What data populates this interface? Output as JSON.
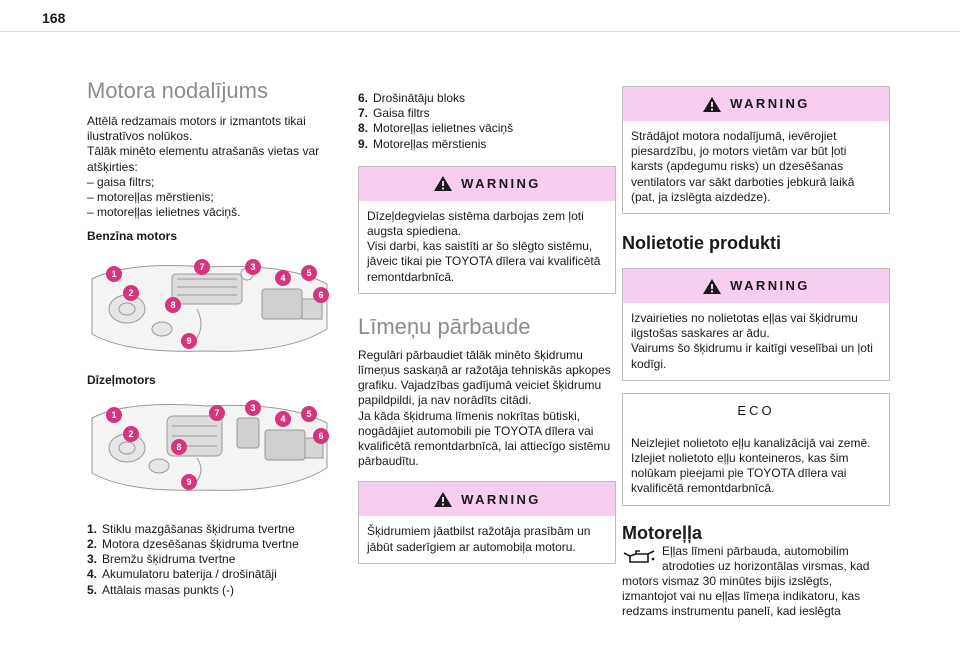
{
  "page_number": "168",
  "col1": {
    "title": "Motora nodalījums",
    "intro": "Attēlā redzamais motors ir izmantots tikai\nilustratīvos nolūkos.\nTālāk minēto elementu atrašanās vietas var\natšķirties:\n– gaisa filtrs;\n– motoreļļas mērstienis;\n– motoreļļas ielietnes vāciņš.",
    "petrol_label": "Benzīna motors",
    "diesel_label": "Dīzeļmotors",
    "callout_numbers": [
      "1",
      "2",
      "3",
      "4",
      "5",
      "6",
      "7",
      "8",
      "9"
    ],
    "parts": [
      {
        "num": "1.",
        "text": "Stiklu mazgāšanas šķidruma tvertne"
      },
      {
        "num": "2.",
        "text": "Motora dzesēšanas šķidruma tvertne"
      },
      {
        "num": "3.",
        "text": "Bremžu šķidruma tvertne"
      },
      {
        "num": "4.",
        "text": "Akumulatoru baterija / drošinātāji"
      },
      {
        "num": "5.",
        "text": "Attālais masas punkts (-)"
      }
    ]
  },
  "col2": {
    "parts": [
      {
        "num": "6.",
        "text": "Drošinātāju bloks"
      },
      {
        "num": "7.",
        "text": "Gaisa filtrs"
      },
      {
        "num": "8.",
        "text": "Motoreļļas ielietnes vāciņš"
      },
      {
        "num": "9.",
        "text": "Motoreļļas mērstienis"
      }
    ],
    "warning1": {
      "title": "WARNING",
      "text": "Dīzeļdegvielas sistēma darbojas zem ļoti\naugsta spiediena.\nVisi darbi, kas saistīti ar šo slēgto sistēmu,\njāveic tikai pie TOYOTA dīlera vai kvalificētā\nremontdarbnīcā."
    },
    "levels_title": "Līmeņu pārbaude",
    "levels_text": "Regulāri pārbaudiet tālāk minēto šķidrumu\nlīmeņus saskaņā ar ražotāja tehniskās apkopes\ngrafiku. Vajadzības gadījumā veiciet šķidrumu\npapildpildi, ja nav norādīts citādi.\nJa kāda šķidruma līmenis nokrītas būtiski,\nnogādājiet automobili pie TOYOTA dīlera vai\nkvalificētā remontdarbnīcā, lai attiecīgo sistēmu\npārbaudītu.",
    "warning2": {
      "title": "WARNING",
      "text": "Šķidrumiem jāatbilst ražotāja prasībām un\njābūt saderīgiem ar automobiļa motoru."
    }
  },
  "col3": {
    "warning1": {
      "title": "WARNING",
      "text": "Strādājot motora nodalījumā, ievērojiet\npiesardzību, jo motors vietām var būt ļoti\nkarsts (apdegumu risks) un dzesēšanas\nventilators var sākt darboties jebkurā laikā\n(pat, ja izslēgta aizdedze)."
    },
    "used_title": "Nolietotie produkti",
    "warning2": {
      "title": "WARNING",
      "text": "Izvairieties no nolietotas eļļas vai šķidrumu\nilgstošas saskares ar ādu.\nVairums šo šķidrumu ir kaitīgi veselībai un ļoti\nkodīgi."
    },
    "eco": {
      "title": "ECO",
      "text": "Neizlejiet nolietoto eļļu kanalizācijā vai zemē.\nIzlejiet nolietoto eļļu konteineros, kas šim\nnolūkam pieejami pie TOYOTA dīlera vai\nkvalificētā remontdarbnīcā."
    },
    "oil_title": "Motoreļļa",
    "oil_text_a": "Eļļas līmeni pārbauda, automobilim\natrodoties uz horizontālas virsmas, kad",
    "oil_text_b": "motors vismaz 30 minūtes bijis izslēgts,\nizmantojot vai nu eļļas līmeņa indikatoru, kas\nredzams instrumentu panelī, kad ieslēgta"
  },
  "colors": {
    "warning_bg": "#f7cdf0",
    "callout": "#d6347f",
    "heading_light": "#8c8c8c"
  }
}
